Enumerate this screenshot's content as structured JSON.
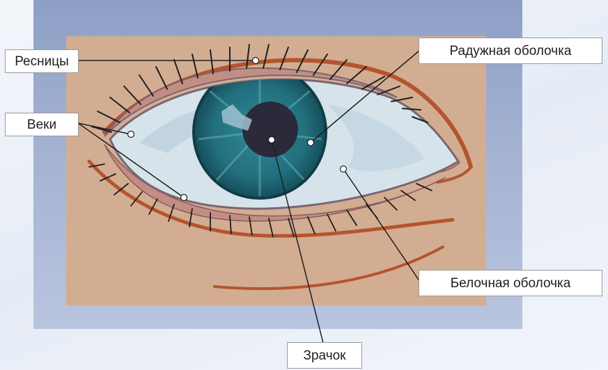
{
  "labels": {
    "eyelashes": "Ресницы",
    "eyelids": "Веки",
    "iris": "Радужная оболочка",
    "sclera": "Белочная оболочка",
    "pupil": "Зрачок"
  },
  "colors": {
    "background": "#e9eef7",
    "frame": "#9aa9cc",
    "skin": "#d2ad92",
    "iris": "#1f6a78",
    "pupil": "#2a2a3a",
    "sclera": "#d6e3ea",
    "brow_line": "#b5542e"
  }
}
